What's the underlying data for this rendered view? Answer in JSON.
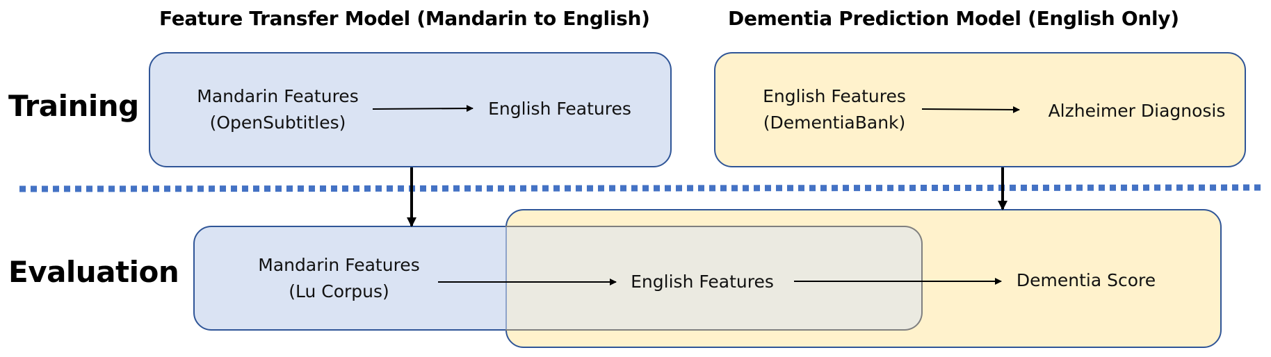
{
  "titles": {
    "feature_transfer": "Feature Transfer Model (Mandarin to English)",
    "dementia_prediction": "Dementia Prediction Model (English Only)"
  },
  "rows": {
    "training": "Training",
    "evaluation": "Evaluation"
  },
  "training": {
    "transfer": {
      "source_line1": "Mandarin Features",
      "source_line2": "(OpenSubtitles)",
      "target": "English Features"
    },
    "prediction": {
      "source_line1": "English Features",
      "source_line2": "(DementiaBank)",
      "target": "Alzheimer Diagnosis"
    }
  },
  "evaluation": {
    "source_line1": "Mandarin Features",
    "source_line2": "(Lu Corpus)",
    "middle": "English Features",
    "output": "Dementia Score"
  },
  "colors": {
    "transfer_box": "#dae3f3",
    "prediction_box": "#fff2cc",
    "box_border": "#2f5597",
    "divider": "#4472c4"
  }
}
